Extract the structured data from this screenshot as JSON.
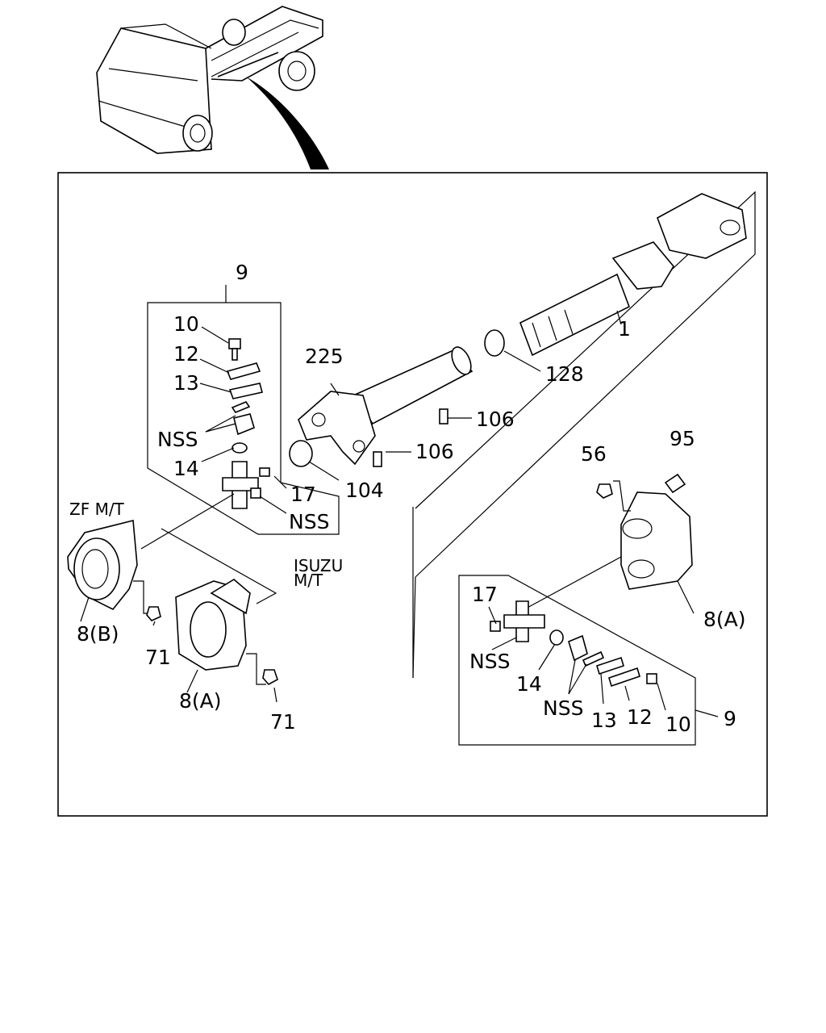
{
  "diagram": {
    "callouts": {
      "c1": "1",
      "c225": "225",
      "c128": "128",
      "c106a": "106",
      "c106b": "106",
      "c104": "104",
      "c56": "56",
      "c95": "95",
      "c8a_right": "8(A)",
      "c9_left": "9",
      "c9_right": "9",
      "c10_left": "10",
      "c12_left": "12",
      "c13_left": "13",
      "cNSS_left1": "NSS",
      "c14_left": "14",
      "c17_left": "17",
      "cNSS_left2": "NSS",
      "c8b": "8(B)",
      "c71_left": "71",
      "c8a_left": "8(A)",
      "c71_right": "71",
      "c17_right": "17",
      "cNSS_right1": "NSS",
      "c14_right": "14",
      "cNSS_right2": "NSS",
      "c13_right": "13",
      "c12_right": "12",
      "c10_right": "10"
    },
    "notes": {
      "zf": "ZF M/T",
      "isuzu": "ISUZU",
      "mt": "M/T"
    }
  }
}
